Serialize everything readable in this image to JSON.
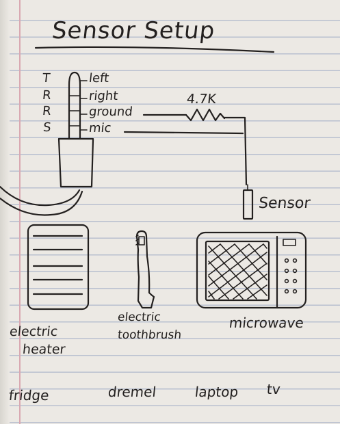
{
  "title": "Sensor Setup",
  "plug": {
    "contacts": [
      "T",
      "R",
      "R",
      "S"
    ],
    "wires": [
      "left",
      "right",
      "ground",
      "mic"
    ]
  },
  "resistor": "4.7K",
  "sensor": "Sensor",
  "devices": {
    "heater": [
      "electric",
      "heater"
    ],
    "toothbrush": [
      "electric",
      "toothbrush"
    ],
    "microwave": "microwave"
  },
  "other_devices": [
    "fridge",
    "dremel",
    "laptop",
    "tv"
  ]
}
